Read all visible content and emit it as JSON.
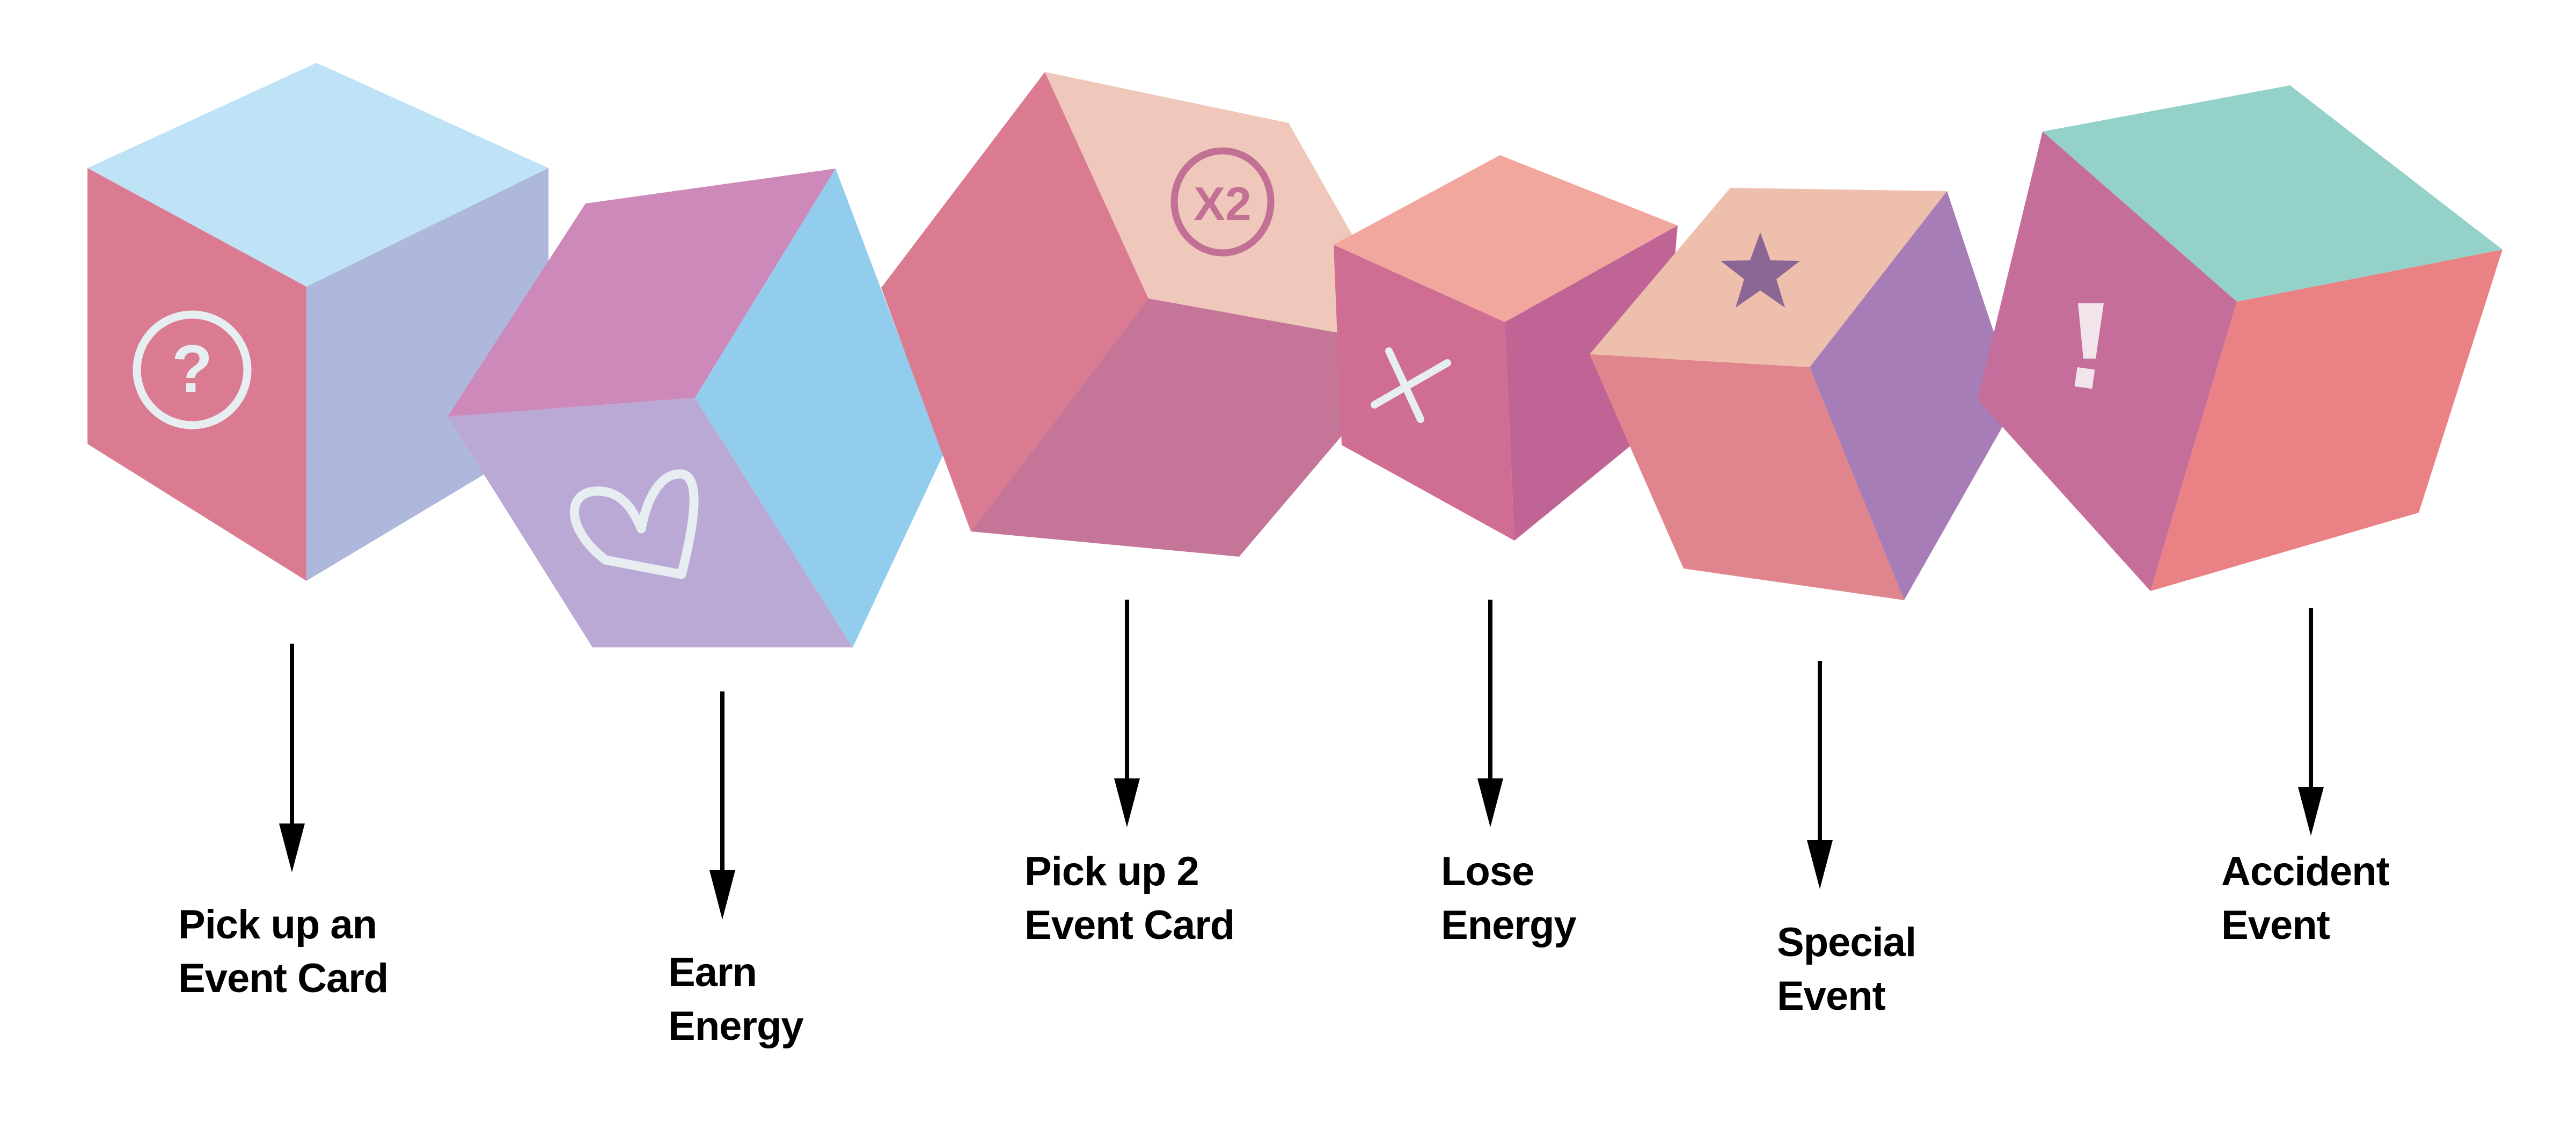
{
  "colors": {
    "background": "#ffffff",
    "text": "#000000",
    "arrow": "#000000"
  },
  "dice": [
    {
      "id": "pick-up-event-card",
      "icon": "question-mark-circle-icon",
      "icon_text": "?",
      "label_lines": [
        "Pick up an",
        "Event Card"
      ],
      "face_colors": {
        "top": "#bfe3f6",
        "left": "#db7b91",
        "right": "#adb8dc"
      }
    },
    {
      "id": "earn-energy",
      "icon": "heart-icon",
      "label_lines": [
        "Earn",
        "Energy"
      ],
      "face_colors": {
        "top": "#cc89ba",
        "front": "#bba9d5",
        "right": "#93cdee"
      }
    },
    {
      "id": "pick-up-2-event-card",
      "icon": "x2-circle-icon",
      "icon_text": "X2",
      "label_lines": [
        "Pick up 2",
        "Event Card"
      ],
      "face_colors": {
        "left": "#db7b91",
        "top": "#f0c8bb",
        "front": "#c57598"
      }
    },
    {
      "id": "lose-energy",
      "icon": "x-cross-icon",
      "label_lines": [
        "Lose",
        "Energy"
      ],
      "face_colors": {
        "top": "#f2a79e",
        "left": "#cf6d92",
        "right": "#bf6495"
      }
    },
    {
      "id": "special-event",
      "icon": "star-icon",
      "label_lines": [
        "Special",
        "Event"
      ],
      "face_colors": {
        "top": "#eebfad",
        "front": "#e0858d",
        "right": "#a67db6"
      }
    },
    {
      "id": "accident-event",
      "icon": "exclamation-icon",
      "icon_text": "!",
      "label_lines": [
        "Accident",
        "Event"
      ],
      "face_colors": {
        "top": "#93d1c9",
        "left": "#c56e9c",
        "right": "#ea8185"
      }
    }
  ]
}
